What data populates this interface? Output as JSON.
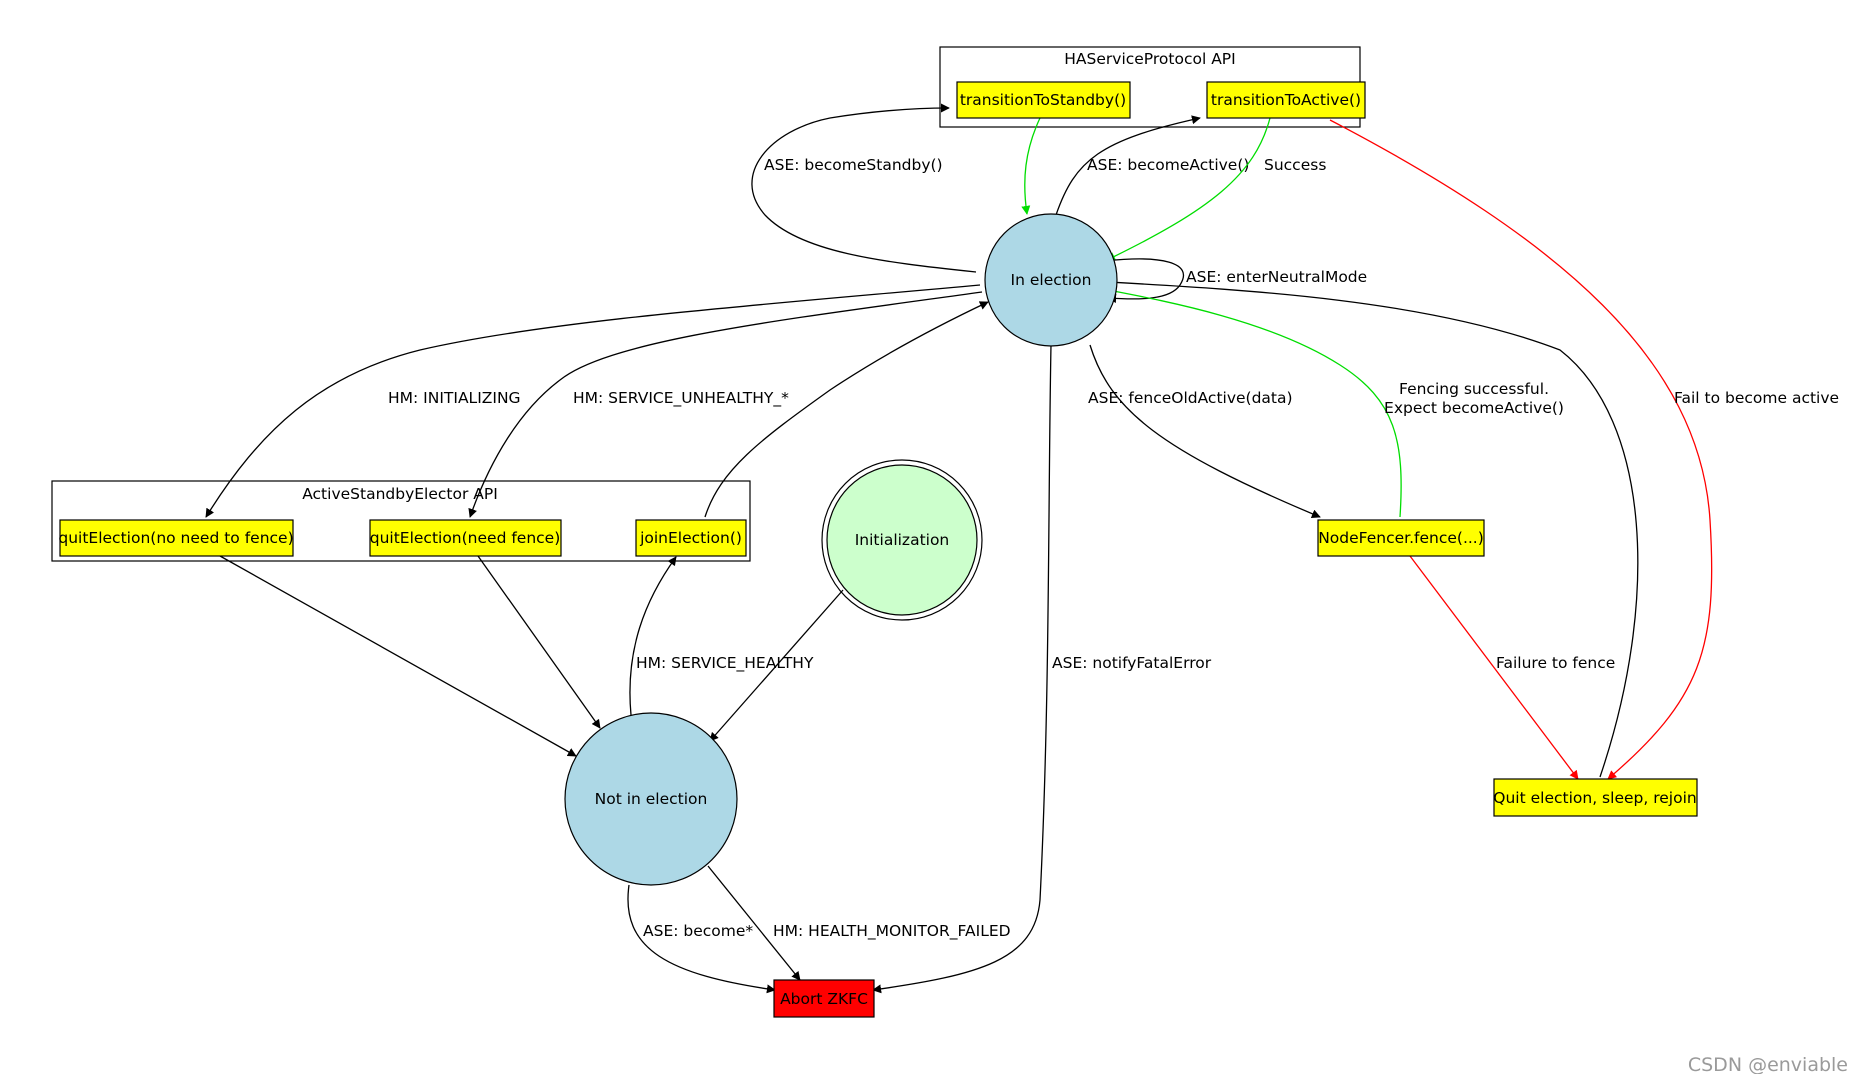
{
  "colors": {
    "yellow_box": "#ffff00",
    "red_box": "#ff0000",
    "state_blue": "#add8e6",
    "init_green": "#ccffcc",
    "edge_black": "#000000",
    "edge_green": "#00dd00",
    "edge_red": "#ff0000"
  },
  "clusters": {
    "haservice": "HAServiceProtocol API",
    "elector": "ActiveStandbyElector API"
  },
  "nodes": {
    "transition_standby": "transitionToStandby()",
    "transition_active": "transitionToActive()",
    "in_election": "In election",
    "quit_no_fence": "quitElection(no need to fence)",
    "quit_need_fence": "quitElection(need fence)",
    "join_election": "joinElection()",
    "initialization": "Initialization",
    "node_fencer": "NodeFencer.fence(...)",
    "not_in_election": "Not in election",
    "quit_sleep_rejoin": "Quit election, sleep, rejoin",
    "abort_zkfc": "Abort ZKFC"
  },
  "edges": {
    "become_standby": "ASE: becomeStandby()",
    "become_active": "ASE: becomeActive()",
    "success": "Success",
    "enter_neutral": "ASE: enterNeutralMode",
    "hm_initializing": "HM: INITIALIZING",
    "hm_unhealthy": "HM: SERVICE_UNHEALTHY_*",
    "fence_old_active": "ASE: fenceOldActive(data)",
    "fencing_successful_1": "Fencing successful.",
    "fencing_successful_2": "Expect becomeActive()",
    "fail_become_active": "Fail to become active",
    "hm_service_healthy": "HM: SERVICE_HEALTHY",
    "notify_fatal": "ASE: notifyFatalError",
    "failure_to_fence": "Failure to fence",
    "ase_become_star": "ASE: become*",
    "hm_monitor_failed": "HM: HEALTH_MONITOR_FAILED"
  },
  "watermark": "CSDN @enviable"
}
